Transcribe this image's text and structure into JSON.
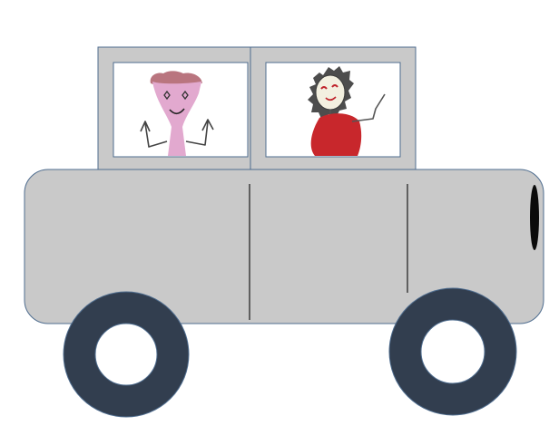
{
  "scene": {
    "subject": "car-with-two-passengers",
    "colors": {
      "background": "#ffffff",
      "car_body": "#c9c9c9",
      "outline": "#4f6d8f",
      "door_line": "#1a1a1a",
      "window_glass": "#ffffff",
      "wheel": "#323e4f",
      "hubcap": "#ffffff",
      "headlight": "#0b0b0b",
      "passenger_left_body": "#e2a9cf",
      "passenger_left_hair": "#b9757f",
      "passenger_right_dress": "#c8272c",
      "passenger_right_hair": "#4d4d4d",
      "passenger_right_face": "#f3f0e0",
      "passenger_right_eyes": "#c0232b"
    },
    "items": {
      "roof_cabin": "cabin",
      "window_left": "window",
      "window_right": "window",
      "passenger_left": "smiling-figure-arms-raised",
      "passenger_right": "waving-figure-red-dress",
      "front_wheel": "wheel",
      "rear_wheel": "wheel",
      "headlight": "headlight-icon"
    }
  }
}
